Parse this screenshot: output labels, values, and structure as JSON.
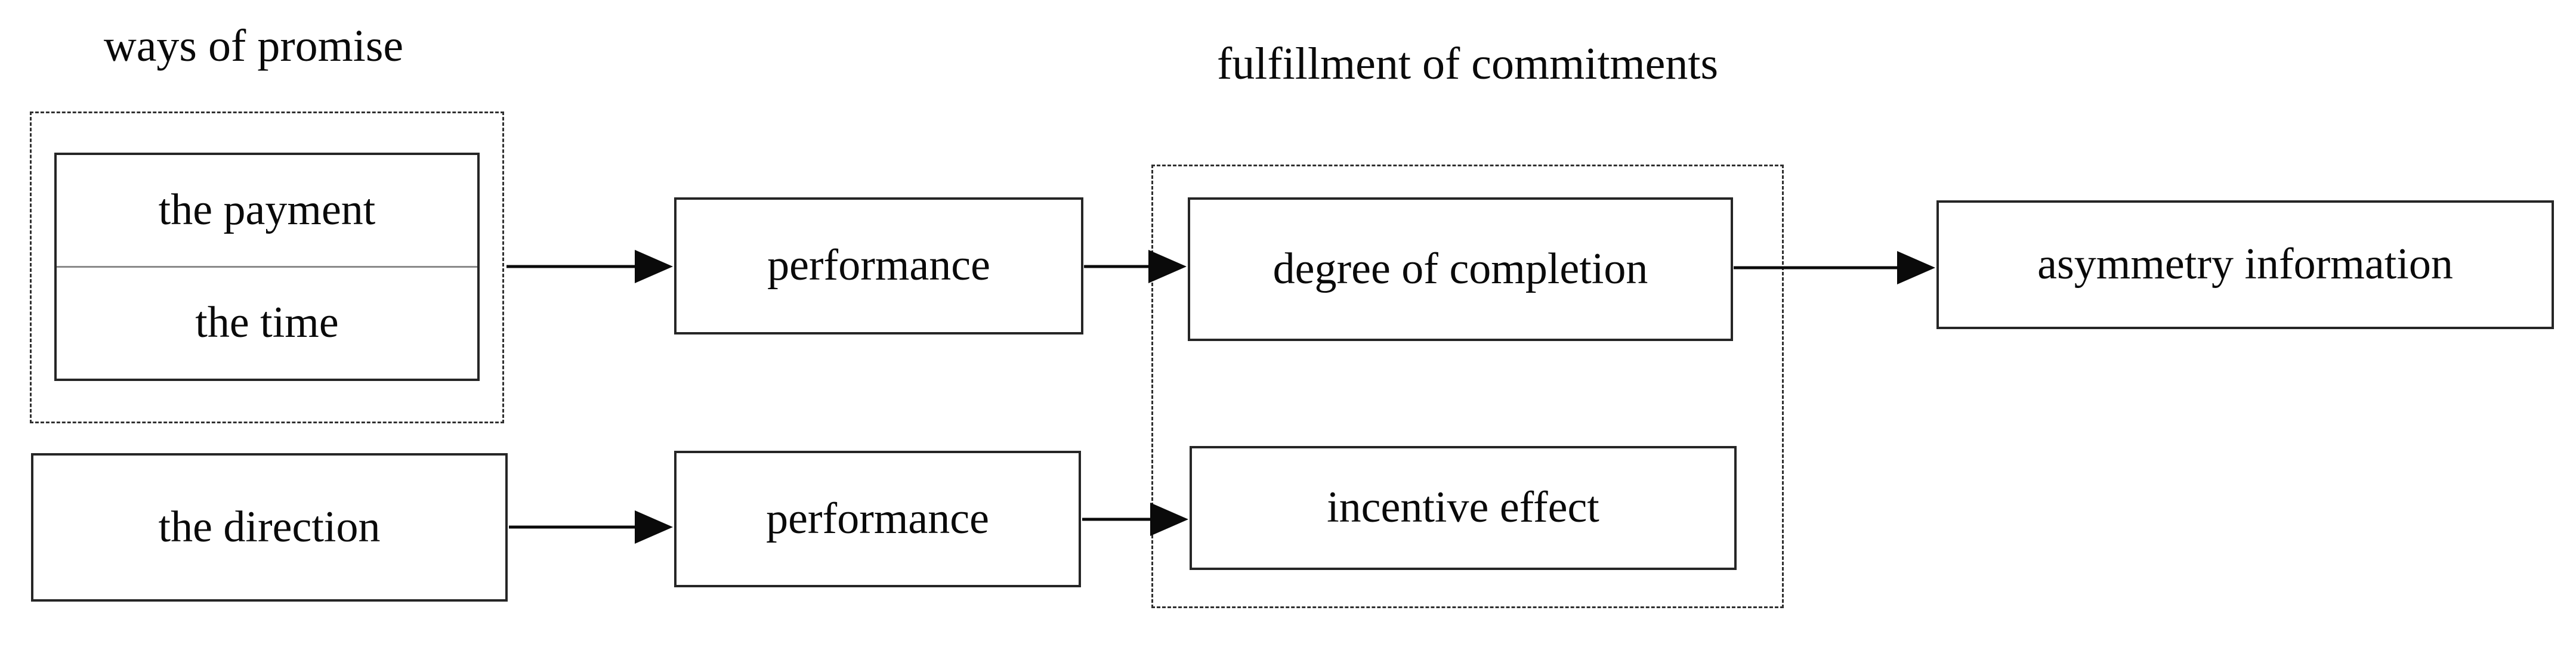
{
  "colors": {
    "text": "#0a0a0a",
    "box_border": "#262626",
    "group_border": "#303030",
    "divider": "#8a8a8a",
    "arrow": "#0a0a0a",
    "background": "#ffffff"
  },
  "groups": [
    {
      "title": "ways of promise"
    },
    {
      "title": "fulfillment of commitments"
    }
  ],
  "nodes": [
    {
      "label": "the payment"
    },
    {
      "label": "the time"
    },
    {
      "label": "performance"
    },
    {
      "label": "degree of completion"
    },
    {
      "label": "asymmetry information"
    },
    {
      "label": "the direction"
    },
    {
      "label": "performance"
    },
    {
      "label": "incentive effect"
    }
  ],
  "arrows": [
    {
      "from": "ways of promise",
      "to": "performance"
    },
    {
      "from": "performance",
      "to": "degree of completion"
    },
    {
      "from": "degree of completion",
      "to": "asymmetry information"
    },
    {
      "from": "the direction",
      "to": "performance"
    },
    {
      "from": "performance",
      "to": "incentive effect"
    }
  ]
}
